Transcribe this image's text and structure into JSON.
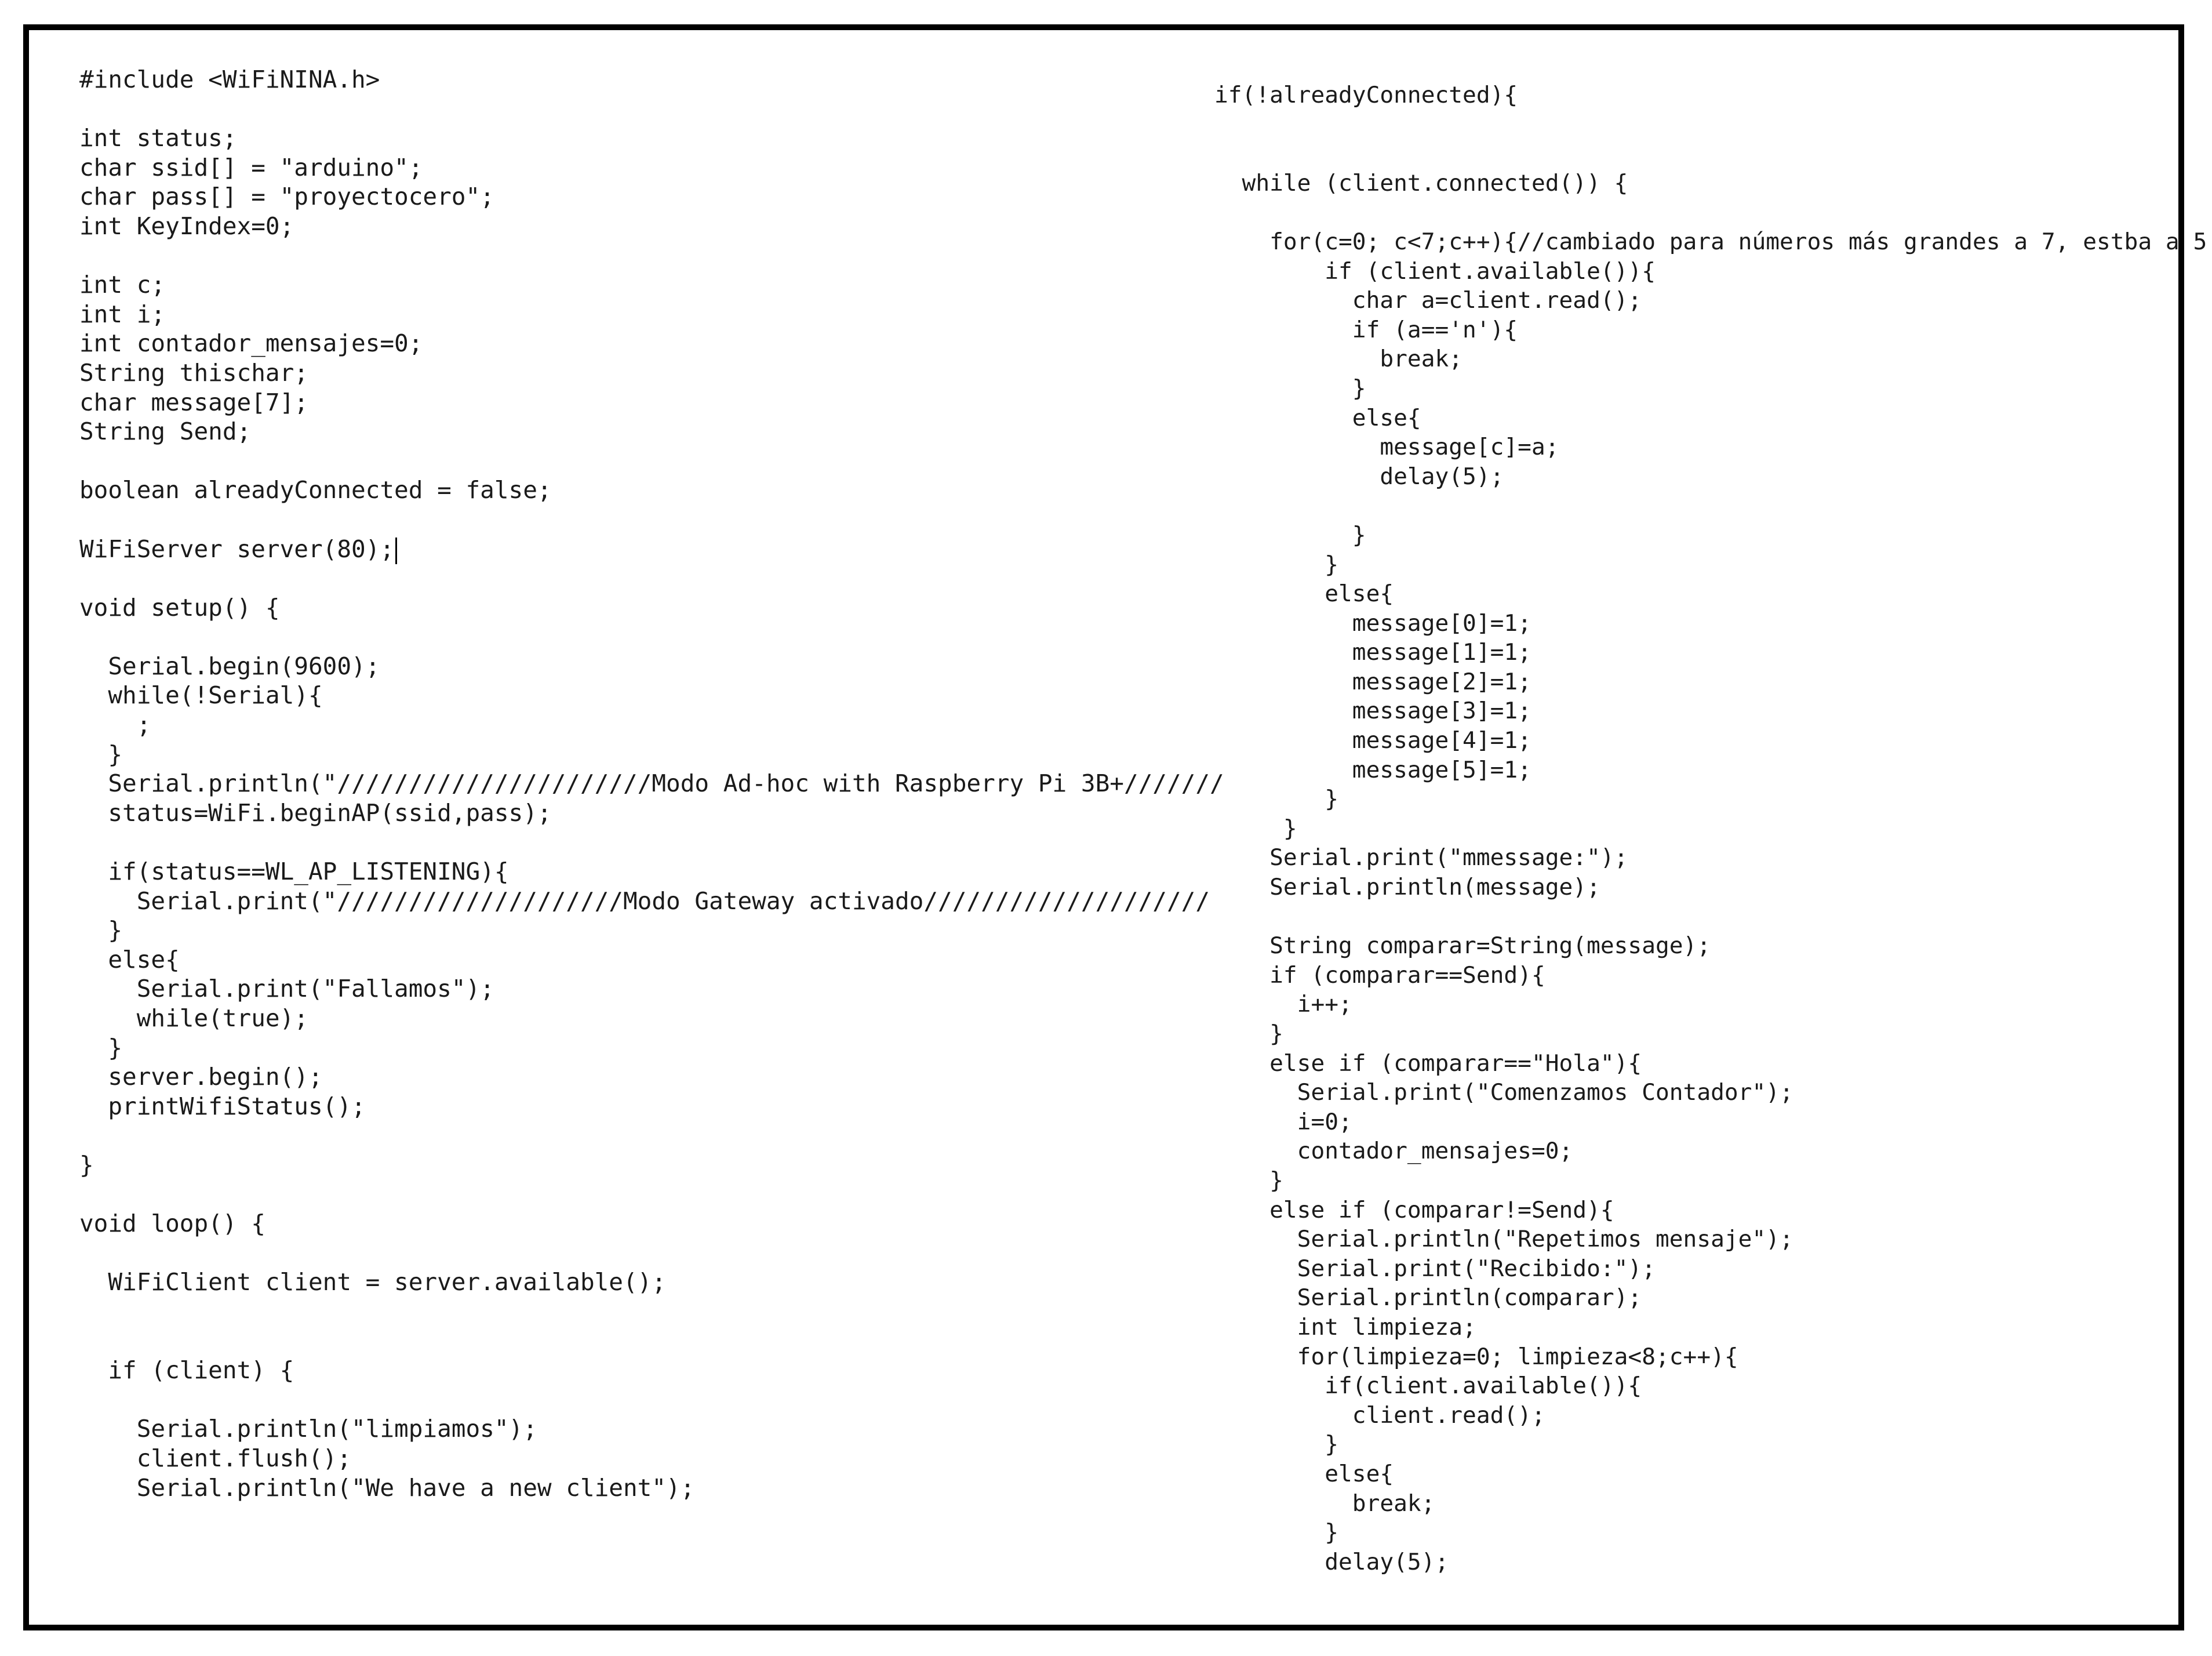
{
  "left_column": [
    "#include <WiFiNINA.h>",
    "",
    "int status;",
    "char ssid[] = \"arduino\";",
    "char pass[] = \"proyectocero\";",
    "int KeyIndex=0;",
    "",
    "int c;",
    "int i;",
    "int contador_mensajes=0;",
    "String thischar;",
    "char message[7];",
    "String Send;",
    "",
    "boolean alreadyConnected = false;",
    "",
    "WiFiServer server(80);",
    "",
    "void setup() {",
    "",
    "  Serial.begin(9600);",
    "  while(!Serial){",
    "    ;",
    "  }",
    "  Serial.println(\"//////////////////////Modo Ad-hoc with Raspberry Pi 3B+///////",
    "  status=WiFi.beginAP(ssid,pass);",
    "",
    "  if(status==WL_AP_LISTENING){",
    "    Serial.print(\"////////////////////Modo Gateway activado////////////////////",
    "  }",
    "  else{",
    "    Serial.print(\"Fallamos\");",
    "    while(true);",
    "  }",
    "  server.begin();",
    "  printWifiStatus();",
    "",
    "}",
    "",
    "void loop() {",
    "",
    "  WiFiClient client = server.available();",
    "",
    "",
    "  if (client) {",
    "",
    "    Serial.println(\"limpiamos\");",
    "    client.flush();",
    "    Serial.println(\"We have a new client\");"
  ],
  "right_column": [
    "if(!alreadyConnected){",
    "",
    "",
    "  while (client.connected()) {",
    "",
    "    for(c=0; c<7;c++){//cambiado para números más grandes a 7, estba a 5",
    "        if (client.available()){",
    "          char a=client.read();",
    "          if (a=='n'){",
    "            break;",
    "          }",
    "          else{",
    "            message[c]=a;",
    "            delay(5);",
    "",
    "          }",
    "        }",
    "        else{",
    "          message[0]=1;",
    "          message[1]=1;",
    "          message[2]=1;",
    "          message[3]=1;",
    "          message[4]=1;",
    "          message[5]=1;",
    "        }",
    "     }",
    "    Serial.print(\"mmessage:\");",
    "    Serial.println(message);",
    "",
    "    String comparar=String(message);",
    "    if (comparar==Send){",
    "      i++;",
    "    }",
    "    else if (comparar==\"Hola\"){",
    "      Serial.print(\"Comenzamos Contador\");",
    "      i=0;",
    "      contador_mensajes=0;",
    "    }",
    "    else if (comparar!=Send){",
    "      Serial.println(\"Repetimos mensaje\");",
    "      Serial.print(\"Recibido:\");",
    "      Serial.println(comparar);",
    "      int limpieza;",
    "      for(limpieza=0; limpieza<8;c++){",
    "        if(client.available()){",
    "          client.read();",
    "        }",
    "        else{",
    "          break;",
    "        }",
    "        delay(5);"
  ]
}
